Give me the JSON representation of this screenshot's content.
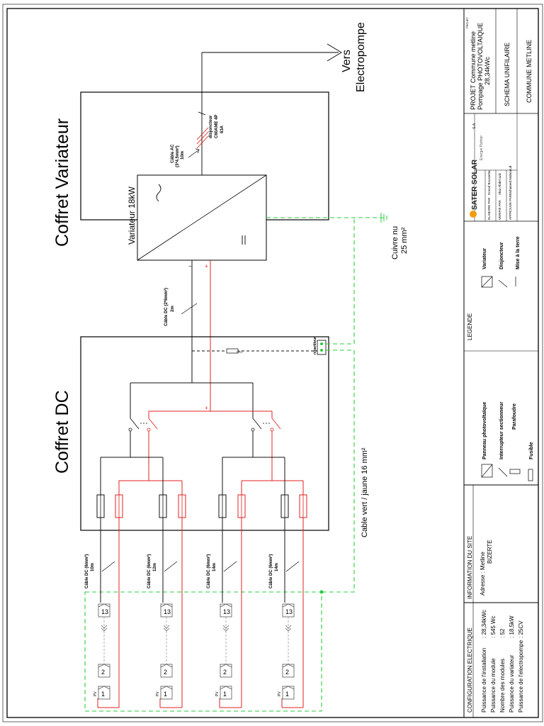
{
  "labels": {
    "coffret_variateur": "Coffret Variateur",
    "coffret_dc": "Coffret DC",
    "variateur": "Variateur 18kW",
    "vers": "Vers",
    "electropompe": "Electropompe",
    "disjoncteur_1": "disjoncteur",
    "disjoncteur_2": "C60AME 4P",
    "disjoncteur_3": "63A",
    "cable_ac_1": "Câble AC",
    "cable_ac_2": "(3*4.5mm²)",
    "cable_ac_3": "10m",
    "cable_dc_main_1": "Câble DC (2*6mm²)",
    "cable_dc_main_2": "2m",
    "cuivre_1": "Cuivre nu",
    "cuivre_2": "25 mm²",
    "cable_vert": "Cable vert / jaune 16 mm²",
    "repartiteur": "répartiteur",
    "spd": "SPD",
    "plus": "+",
    "minus": "−"
  },
  "strings": [
    {
      "cable": "Câble DC (6mm²)",
      "length": "10m",
      "first": "1",
      "second": "2",
      "last": "13",
      "pv": "PV"
    },
    {
      "cable": "Câble DC (6mm²)",
      "length": "12m",
      "first": "1",
      "second": "2",
      "last": "13",
      "pv": "PV"
    },
    {
      "cable": "Câble DC (6mm²)",
      "length": "14m",
      "first": "1",
      "second": "2",
      "last": "13",
      "pv": "PV"
    },
    {
      "cable": "Câble DC (6mm²)",
      "length": "14m",
      "first": "1",
      "second": "2",
      "last": "13",
      "pv": "PV"
    }
  ],
  "config": {
    "title": "CONFIGURATION ELECTRIQUE",
    "rows": [
      {
        "label": "Puissance de l'installation",
        "value": ": 28,34kWc"
      },
      {
        "label": "Puissance du module",
        "value": ": 545 Wc"
      },
      {
        "label": "Nombre des modules",
        "value": ": 52"
      },
      {
        "label": "Puissance du variateur",
        "value": ": 18,5kW"
      },
      {
        "label": "Puissance de l'electropompe",
        "value": ": 25CV"
      }
    ]
  },
  "site": {
    "title": "INFORMATION DU SITE",
    "adresse_label": "Adresse : Metline",
    "adresse_city": "BIZERTE"
  },
  "legend": {
    "title": "LEGENDE",
    "items": [
      "Panneau photovoltaïque",
      "Interrupteur sectionneur",
      "Parafoudre",
      "Fusible",
      "Variateur",
      "Disjoncteur",
      "Mise à la terre"
    ]
  },
  "titleblock": {
    "company": "SATER SOLAR",
    "company_suffix": "S.A.",
    "slogan": "Energie Partner",
    "projet_label": "PROJET",
    "projet_1": "PROJET Commune metline",
    "projet_2": "Pompage PHOTOVOLTAIQUE",
    "projet_3": "28,34kWc",
    "schema": "SCHEMA UNIFILAIRE",
    "client": "COMMUNE METLINE",
    "rows": [
      "ELABORE PAR",
      "VERIFIE PAR",
      "APPROUVE PAR"
    ],
    "names": [
      "Dorsaf Boussetta",
      "Akar Abdel aziz",
      "Mohamed Mahmoud"
    ]
  },
  "colors": {
    "dc_positive": "#e02020",
    "dc_negative": "#111111",
    "earth": "#2ecc40",
    "box": "#000000"
  }
}
